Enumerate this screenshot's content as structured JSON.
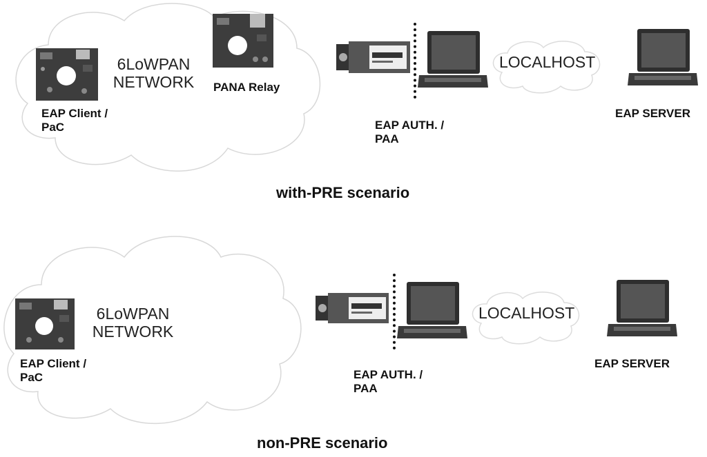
{
  "scenario_with_pre": {
    "network_label_1": "6LoWPAN",
    "network_label_2": "NETWORK",
    "client_label_1": "EAP Client /",
    "client_label_2": "PaC",
    "relay_label": "PANA Relay",
    "auth_label_1": "EAP AUTH. /",
    "auth_label_2": "PAA",
    "localhost_label": "LOCALHOST",
    "server_label": "EAP SERVER",
    "caption": "with-PRE scenario"
  },
  "scenario_non_pre": {
    "network_label_1": "6LoWPAN",
    "network_label_2": "NETWORK",
    "client_label_1": "EAP Client /",
    "client_label_2": "PaC",
    "auth_label_1": "EAP AUTH. /",
    "auth_label_2": "PAA",
    "localhost_label": "LOCALHOST",
    "server_label": "EAP SERVER",
    "caption": "non-PRE scenario"
  },
  "colors": {
    "cloud_stroke": "#d8d8d8",
    "board": "#3a3a3a",
    "laptop": "#2e2e2e"
  },
  "icons": [
    "cloud",
    "sensor-board",
    "usb-dongle",
    "laptop"
  ]
}
